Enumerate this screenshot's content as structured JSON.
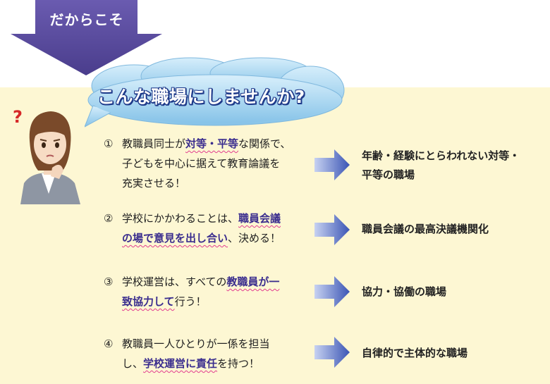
{
  "banner": {
    "label": "だからこそ"
  },
  "headline": {
    "text": "こんな職場にしませんか?"
  },
  "question_mark": "?",
  "items": [
    {
      "number": "①",
      "line1": {
        "a": "教職員同士が",
        "hl": "対等・平等",
        "b": "な関係で、"
      },
      "line2": "子どもを中心に据えて教育論議を",
      "line3": "充実させる！",
      "result1": "年齢・経験にとらわれない対等・",
      "result2": "平等の職場"
    },
    {
      "number": "②",
      "line1": {
        "a": "学校にかかわることは、",
        "hl": "職員会議"
      },
      "line2": {
        "hl": "の場で意見を出し合い",
        "b": "、決める！"
      },
      "result1": "職員会議の最高決議機関化"
    },
    {
      "number": "③",
      "line1": {
        "a": "学校運営は、すべての",
        "hl": "教職員が一"
      },
      "line2": {
        "hl": "致協力して",
        "b": "行う！"
      },
      "result1": "協力・協働の職場"
    },
    {
      "number": "④",
      "line1": {
        "a": "教職員一人ひとりが一係を担当"
      },
      "line2": {
        "a": "し、",
        "hl": "学校運営に責任",
        "b": "を持つ！"
      },
      "result1": "自律的で主体的な職場"
    }
  ],
  "colors": {
    "panel": "#fdf7d3",
    "banner_arrow": "#5a4b9e",
    "cloud": "#9fd2f0",
    "highlight_text": "#3a2d8e",
    "highlight_underline": "#e23c8f",
    "arrow_blue": "#3b55b5"
  }
}
